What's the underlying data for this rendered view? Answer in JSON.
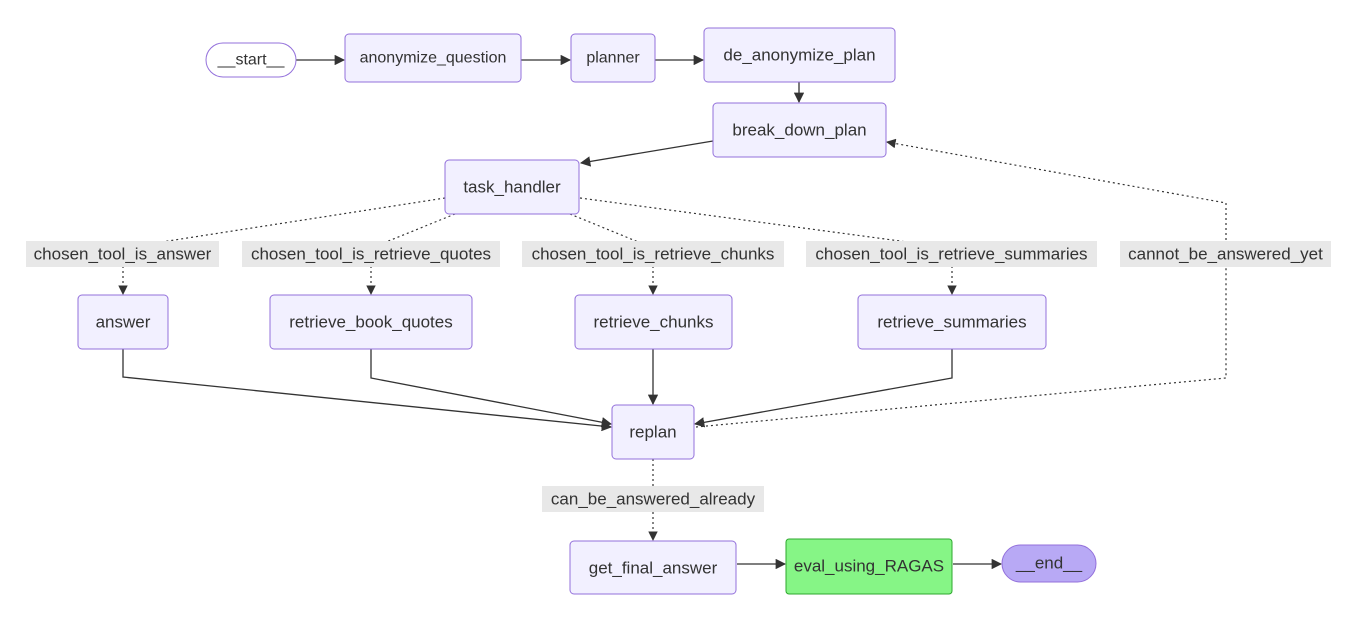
{
  "nodes": {
    "start": "__start__",
    "anonymize_question": "anonymize_question",
    "planner": "planner",
    "de_anonymize_plan": "de_anonymize_plan",
    "break_down_plan": "break_down_plan",
    "task_handler": "task_handler",
    "answer": "answer",
    "retrieve_book_quotes": "retrieve_book_quotes",
    "retrieve_chunks": "retrieve_chunks",
    "retrieve_summaries": "retrieve_summaries",
    "replan": "replan",
    "get_final_answer": "get_final_answer",
    "eval_using_ragas": "eval_using_RAGAS",
    "end": "__end__"
  },
  "edge_labels": {
    "chosen_tool_is_answer": "chosen_tool_is_answer",
    "chosen_tool_is_retrieve_quotes": "chosen_tool_is_retrieve_quotes",
    "chosen_tool_is_retrieve_chunks": "chosen_tool_is_retrieve_chunks",
    "chosen_tool_is_retrieve_summaries": "chosen_tool_is_retrieve_summaries",
    "cannot_be_answered_yet": "cannot_be_answered_yet",
    "can_be_answered_already": "can_be_answered_already"
  },
  "colors": {
    "node_fill": "#f2f0ff",
    "node_stroke": "#9370db",
    "end_fill": "#b8a9f5",
    "highlight_fill": "#86f586",
    "highlight_stroke": "#2ea82e",
    "edge_label_bg": "#e8e8e8",
    "edge": "#333333"
  }
}
